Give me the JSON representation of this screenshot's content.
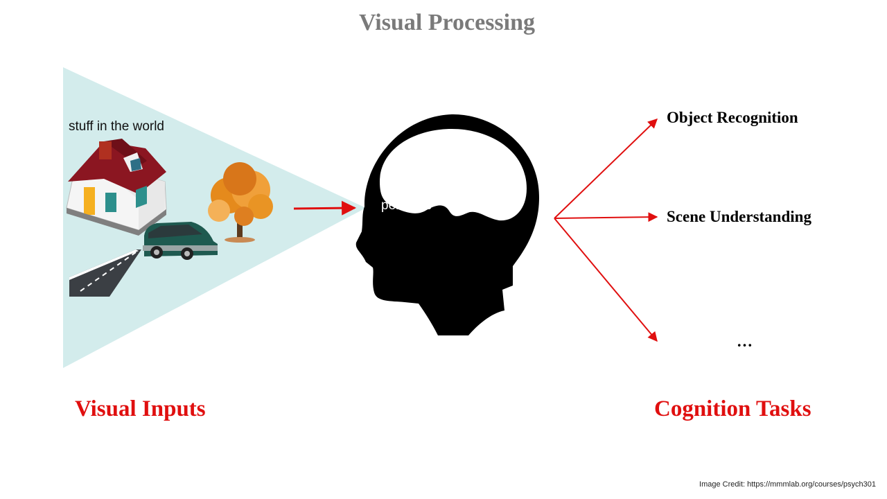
{
  "title": "Visual Processing",
  "world_label": "stuff in the world",
  "percepts_label": "percepts",
  "tasks": [
    "Object Recognition",
    "Scene Understanding",
    "…"
  ],
  "inputs_label": "Visual Inputs",
  "outputs_label": "Cognition Tasks",
  "credit": "Image Credit: https://mmmlab.org/courses/psych301",
  "colors": {
    "title": "#7a7a7a",
    "accent_red": "#e00f0f",
    "view_cone": "#d3ecec",
    "head": "#000000"
  },
  "icons": [
    "house-icon",
    "tree-icon",
    "van-icon",
    "road-icon",
    "head-silhouette-icon",
    "brain-icon"
  ]
}
